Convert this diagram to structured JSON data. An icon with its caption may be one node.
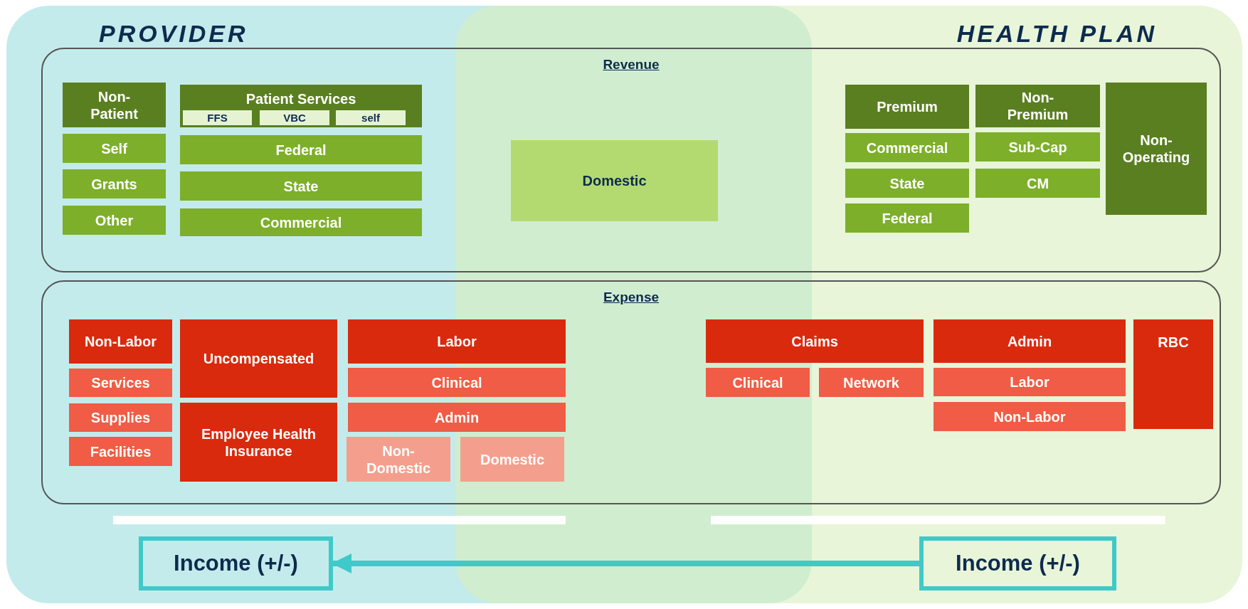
{
  "diagram": {
    "nodes": [
      {
        "text": [
          "PROVIDER"
        ]
      },
      {
        "text": [
          "HEALTH PLAN"
        ]
      },
      {
        "text": [
          "Revenue"
        ]
      },
      {
        "text": [
          "Non-Patient"
        ]
      },
      {
        "text": [
          "Self"
        ]
      },
      {
        "text": [
          "Grants"
        ]
      },
      {
        "text": [
          "Other"
        ]
      },
      {
        "text": [
          "Patient Services"
        ]
      },
      {
        "text": [
          "FFS"
        ],
        "in": 7
      },
      {
        "text": [
          "VBC"
        ],
        "in": 7
      },
      {
        "text": [
          "self"
        ],
        "in": 7
      },
      {
        "text": [
          "Federal"
        ]
      },
      {
        "text": [
          "State"
        ]
      },
      {
        "text": [
          "Commercial"
        ]
      },
      {
        "text": [
          "Domestic"
        ]
      },
      {
        "text": [
          "Premium"
        ]
      },
      {
        "text": [
          "Commercial"
        ]
      },
      {
        "text": [
          "State"
        ]
      },
      {
        "text": [
          "Federal"
        ]
      },
      {
        "text": [
          "Non-Premium"
        ]
      },
      {
        "text": [
          "Sub-Cap"
        ]
      },
      {
        "text": [
          "CM"
        ]
      },
      {
        "text": [
          "Non-Operating"
        ]
      },
      {
        "text": [
          "Expense"
        ]
      },
      {
        "text": [
          "Non-Labor"
        ]
      },
      {
        "text": [
          "Services"
        ]
      },
      {
        "text": [
          "Supplies"
        ]
      },
      {
        "text": [
          "Facilities"
        ]
      },
      {
        "text": [
          "Uncompensated"
        ]
      },
      {
        "text": [
          "Employee Health Insurance"
        ]
      },
      {
        "text": [
          "Labor"
        ]
      },
      {
        "text": [
          "Clinical"
        ]
      },
      {
        "text": [
          "Admin"
        ]
      },
      {
        "text": [
          "Non-Domestic"
        ]
      },
      {
        "text": [
          "Domestic"
        ]
      },
      {
        "text": [
          "Claims"
        ]
      },
      {
        "text": [
          "Clinical"
        ]
      },
      {
        "text": [
          "Network"
        ]
      },
      {
        "text": [
          "Admin"
        ]
      },
      {
        "text": [
          "Labor"
        ]
      },
      {
        "text": [
          "Non-Labor"
        ]
      },
      {
        "text": [
          "RBC"
        ]
      },
      {
        "text": [
          "Income (+/-)"
        ],
        "in": 0
      },
      {
        "text": [
          "Income (+/-)"
        ],
        "in": 1
      }
    ],
    "edges": [
      {
        "from": 43,
        "to": 42,
        "arrow": "to"
      }
    ]
  }
}
